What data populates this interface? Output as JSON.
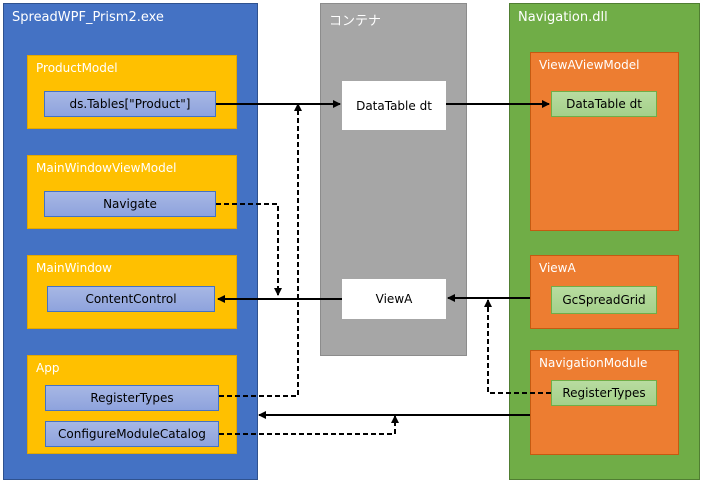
{
  "exe": {
    "title": "SpreadWPF_Prism2.exe",
    "product_model": {
      "title": "ProductModel",
      "item": "ds.Tables[\"Product\"]"
    },
    "main_window_view_model": {
      "title": "MainWindowViewModel",
      "item": "Navigate"
    },
    "main_window": {
      "title": "MainWindow",
      "item": "ContentControl"
    },
    "app": {
      "title": "App",
      "items": [
        "RegisterTypes",
        "ConfigureModuleCatalog"
      ]
    }
  },
  "container": {
    "title": "コンテナ",
    "data_table": "DataTable dt",
    "view_a": "ViewA"
  },
  "dll": {
    "title": "Navigation.dll",
    "view_a_view_model": {
      "title": "ViewAViewModel",
      "item": "DataTable dt"
    },
    "view_a": {
      "title": "ViewA",
      "item": "GcSpreadGrid"
    },
    "navigation_module": {
      "title": "NavigationModule",
      "item": "RegisterTypes"
    }
  },
  "colors": {
    "exe_panel": "#4472c4",
    "container_panel": "#a6a6a6",
    "dll_panel": "#70ad47",
    "class_box_exe": "#ffc000",
    "class_box_dll": "#ed7d31",
    "member_exe": "#8ea3dd",
    "member_dll": "#a4d08a"
  }
}
